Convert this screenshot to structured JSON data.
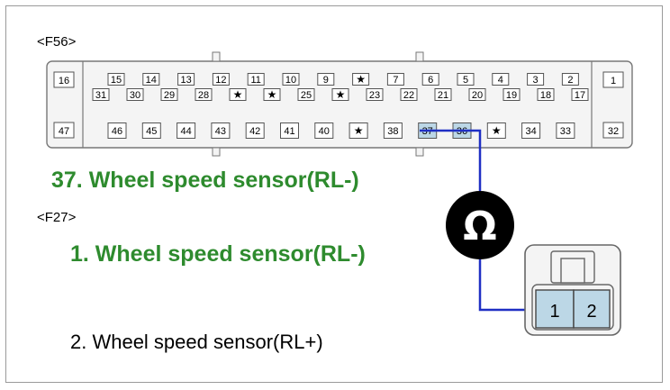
{
  "connectors": {
    "f56": {
      "tag": "<F56>",
      "end_pins": {
        "top_left": "16",
        "bottom_left": "47",
        "top_right": "1",
        "bottom_right": "32"
      },
      "row1": [
        "15",
        "14",
        "13",
        "12",
        "11",
        "10",
        "9",
        "★",
        "7",
        "6",
        "5",
        "4",
        "3",
        "2"
      ],
      "row2": [
        "31",
        "30",
        "29",
        "28",
        "★",
        "★",
        "25",
        "★",
        "23",
        "22",
        "21",
        "20",
        "19",
        "18",
        "17"
      ],
      "row3": [
        "46",
        "45",
        "44",
        "43",
        "42",
        "41",
        "40",
        "★",
        "38",
        "37",
        "36",
        "★",
        "34",
        "33"
      ],
      "highlighted_pins": [
        "37",
        "36"
      ]
    },
    "f27": {
      "tag": "<F27>",
      "pins": [
        "1",
        "2"
      ],
      "highlighted_pins": [
        "1",
        "2"
      ]
    }
  },
  "labels": {
    "f56_pin37": "37. Wheel speed sensor(RL-)",
    "f27_pin1": "1. Wheel speed sensor(RL-)",
    "f27_pin2": "2. Wheel speed sensor(RL+)"
  },
  "meter": {
    "symbol": "Ω"
  },
  "colors": {
    "probe_wire": "#1f2fc4",
    "highlight_pin": "#bcd7e6",
    "label_green": "#2e8b2e",
    "connector_fill": "#f4f4f4",
    "meter_fill": "#000000"
  }
}
